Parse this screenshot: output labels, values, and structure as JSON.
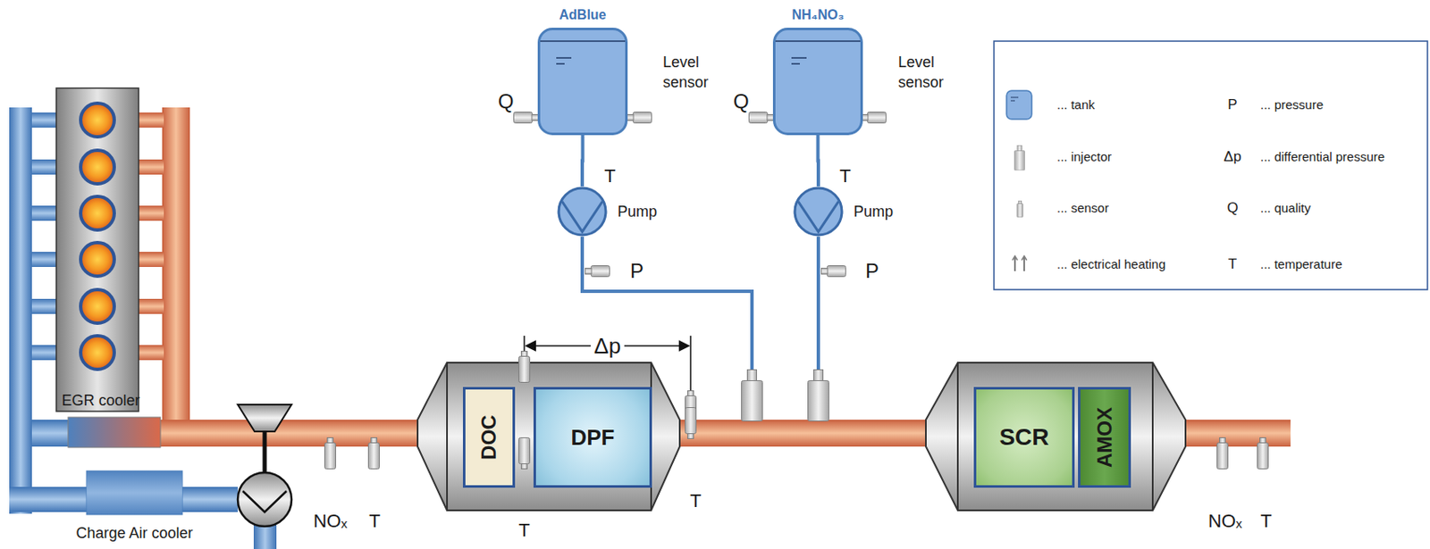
{
  "diagram": {
    "nodes": [
      {
        "text": [
          "AdBlue"
        ]
      },
      {
        "text": [
          "NH₄NO₃"
        ]
      },
      {
        "text": [
          "DOC"
        ]
      },
      {
        "text": [
          "DPF"
        ]
      },
      {
        "text": [
          "SCR"
        ]
      },
      {
        "text": [
          "AMOX"
        ]
      },
      {
        "text": [
          "Pump"
        ]
      },
      {
        "text": [
          "Pump"
        ]
      }
    ],
    "edges": [
      {
        "from": 0,
        "to": 6,
        "arrow": "none"
      },
      {
        "from": 1,
        "to": 7,
        "arrow": "none"
      }
    ],
    "labels": [
      "Q",
      "Level sensor",
      "T",
      "P",
      "Q",
      "Level sensor",
      "T",
      "P",
      "EGR cooler",
      "Charge Air cooler",
      "NOₓ",
      "T",
      "Δp",
      "T",
      "T",
      "NOₓ",
      "T",
      "P",
      "Δp",
      "Q",
      "T"
    ],
    "legend": [
      {
        "text": "... tank"
      },
      {
        "text": "... injector"
      },
      {
        "text": "... sensor"
      },
      {
        "text": "... electrical heating"
      },
      {
        "text": "... pressure"
      },
      {
        "text": "... differential pressure"
      },
      {
        "text": "... quality"
      },
      {
        "text": "... temperature"
      }
    ]
  }
}
